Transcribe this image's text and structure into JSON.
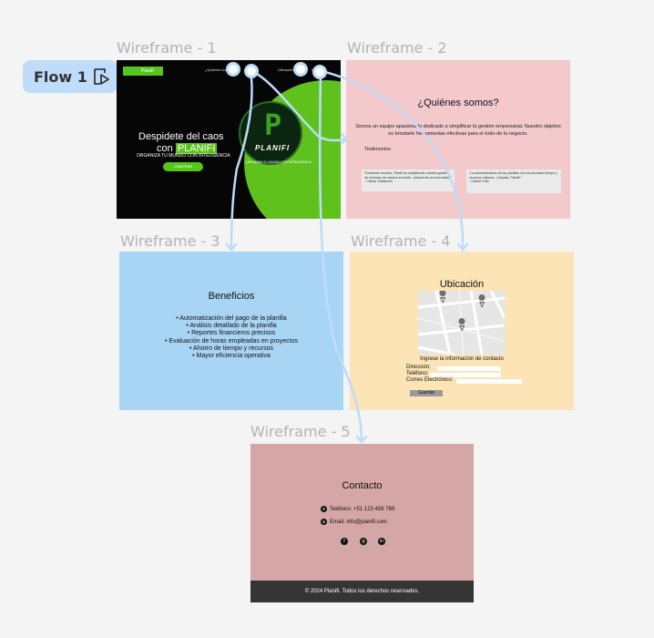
{
  "flow": {
    "label": "Flow 1",
    "icon": "flow-play-icon"
  },
  "wireframes": [
    {
      "title": "Wireframe - 1"
    },
    {
      "title": "Wireframe - 2"
    },
    {
      "title": "Wireframe - 3"
    },
    {
      "title": "Wireframe - 4"
    },
    {
      "title": "Wireframe - 5"
    }
  ],
  "wf1": {
    "nav_button": "Planifi",
    "nav_links": [
      "¿Quiénes somos?",
      "Ubicación",
      "Contacto"
    ],
    "hero_line1": "Despidete del caos",
    "hero_line2_prefix": "con",
    "hero_brand": "PLANIFI",
    "tagline": "ORGANIZA TU MUNDO CON INTELIGENCIA",
    "cta": "COMPRAR",
    "logo_letter": "P",
    "logo_name": "PLANIFI",
    "logo_sub": "ORGANIZA TU MUNDO CON INTELIGENCIA"
  },
  "wf2": {
    "title": "¿Quiénes somos?",
    "desc": "Somos un equipo apasionado dedicado a simplificar la gestión empresarial. Nuestro objetivo es brindarte herramientas efectivas para el éxito de tu negocio.",
    "testimonials_label": "Testimonios",
    "cards": [
      {
        "quote": "\"Excelente servicio, Planifi ha simplificado nuestra gestión de nóminas de manera increíble. ¡Altamente recomendado!\"",
        "author": "- Cliente Satisfecho"
      },
      {
        "quote": "\"La automatización de las planillas nos ha ahorrado tiempo y recursos valiosos. ¡Gracias, Planifi!\"",
        "author": "- Cliente Feliz"
      }
    ]
  },
  "wf3": {
    "title": "Beneficios",
    "items": [
      "Automatización del pago de la planilla",
      "Análisis detallado de la planilla",
      "Reportes financieros precisos",
      "Evaluación de horas empleadas en proyectos",
      "Ahorro de tiempo y recursos",
      "Mayor eficiencia operativa"
    ]
  },
  "wf4": {
    "title": "Ubicación",
    "intro": "Ingrese la información de contacto",
    "fields": [
      "Dirección:",
      "Teléfono:",
      "Correo Electrónico:"
    ],
    "save": "Guardar"
  },
  "wf5": {
    "title": "Contacto",
    "phone": "Teléfono: +51 123 456 789",
    "email": "Email: info@planifi.com",
    "socials": [
      "facebook-icon",
      "instagram-icon",
      "linkedin-icon"
    ],
    "footer": "© 2024 Planifi. Todos los derechos reservados."
  },
  "colors": {
    "flow_pill": "#bfdcfb",
    "flow_line": "#bcdcfb",
    "wf1_bg": "#060606",
    "wf1_green": "#5fc21c",
    "wf2_bg": "#f3c9cb",
    "wf3_bg": "#a9d5f5",
    "wf4_bg": "#fce4b6",
    "wf5_bg": "#d4a6a5"
  }
}
